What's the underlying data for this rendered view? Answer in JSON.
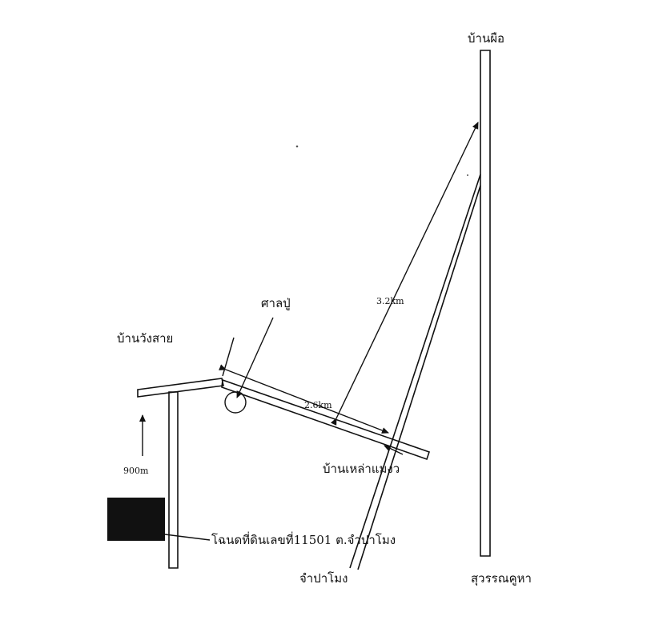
{
  "map": {
    "places": {
      "ban_pue": "บ้านผือ",
      "ban_wang_sai": "บ้านวังสาย",
      "san_pu": "ศาลปู่",
      "ban_lao_maeng": "บ้านเหล่าแมงว",
      "champa_mong": "จำปาโมง",
      "suwannakuha": "สุวรรณคูหา"
    },
    "distances": {
      "d1": "3.2km",
      "d2": "2.6km",
      "d3": "900m"
    },
    "parcel_label": "โฉนดที่ดินเลขที่11501 ต.จำปาโมง",
    "colors": {
      "ink": "#111111",
      "parcel_fill": "#111111"
    }
  }
}
